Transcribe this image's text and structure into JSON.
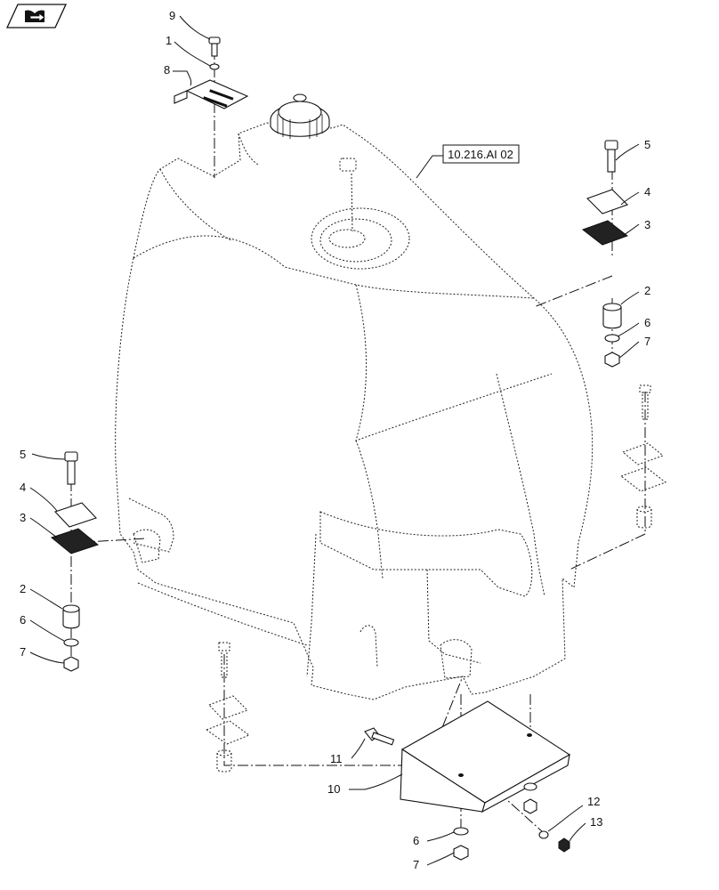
{
  "nav": {
    "icon": "book-arrow-icon"
  },
  "reference": {
    "label": "10.216.AI 02"
  },
  "callouts": {
    "c9": "9",
    "c1": "1",
    "c8": "8",
    "r5": "5",
    "r4": "4",
    "r3": "3",
    "r2": "2",
    "r6": "6",
    "r7": "7",
    "l5": "5",
    "l4": "4",
    "l3": "3",
    "l2": "2",
    "l6": "6",
    "l7": "7",
    "c11": "11",
    "c10": "10",
    "c12": "12",
    "c13": "13",
    "b6": "6",
    "b7": "7"
  }
}
